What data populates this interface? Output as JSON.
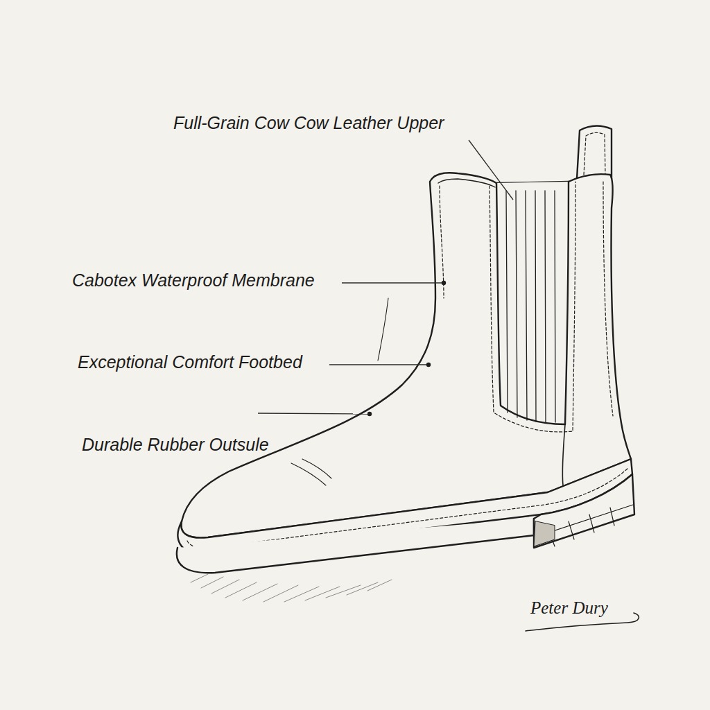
{
  "diagram": {
    "labels": [
      "Full-Grain Cow Cow Leather Upper",
      "Cabotex Waterproof Membrane",
      "Exceptional Comfort Footbed",
      "Durable Rubber Outsule",
      "Peter Dury"
    ]
  }
}
